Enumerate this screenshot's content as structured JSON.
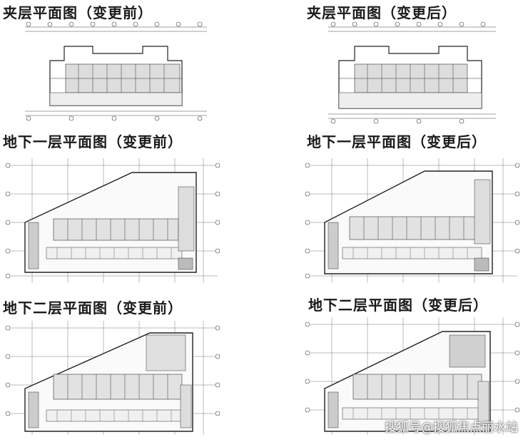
{
  "panels": [
    {
      "id": "mezz-before",
      "title": "夹层平面图（变更前）"
    },
    {
      "id": "mezz-after",
      "title": "夹层平面图（变更后）"
    },
    {
      "id": "b1-before",
      "title": "地下一层平面图（变更前）"
    },
    {
      "id": "b1-after",
      "title": "地下一层平面图（变更后）"
    },
    {
      "id": "b2-before",
      "title": "地下二层平面图（变更前）"
    },
    {
      "id": "b2-after",
      "title": "地下二层平面图（变更后）"
    }
  ],
  "watermark": "搜狐号@搜狐焦点丽水站",
  "colors": {
    "line": "#3a3a3a",
    "fill": "#d8d8d8",
    "dark": "#555555"
  }
}
